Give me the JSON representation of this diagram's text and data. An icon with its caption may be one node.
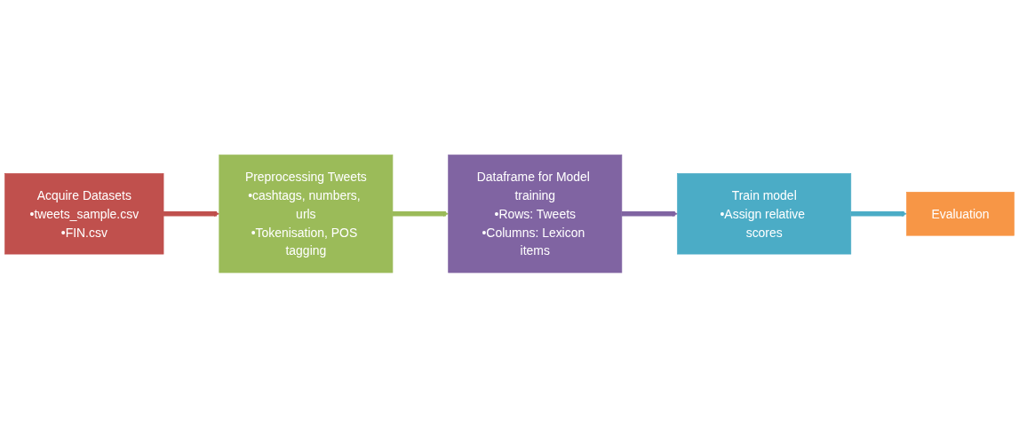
{
  "diagram": {
    "nodes": [
      {
        "text": [
          "Acquire Datasets",
          "•tweets_sample.csv",
          "•FIN.csv"
        ]
      },
      {
        "text": [
          "Preprocessing Tweets",
          "•cashtags, numbers, urls",
          "•Tokenisation, POS tagging"
        ]
      },
      {
        "text": [
          "Dataframe for Model training",
          "•Rows: Tweets",
          "•Columns: Lexicon items"
        ]
      },
      {
        "text": [
          "Train model",
          "•Assign relative scores"
        ]
      },
      {
        "text": [
          "Evaluation"
        ]
      }
    ],
    "edges": [
      {
        "from": 0,
        "to": 1,
        "arrow": "to",
        "color": "#c0504d"
      },
      {
        "from": 1,
        "to": 2,
        "arrow": "to",
        "color": "#9bbb59"
      },
      {
        "from": 2,
        "to": 3,
        "arrow": "to",
        "color": "#8064a2"
      },
      {
        "from": 3,
        "to": 4,
        "arrow": "to",
        "color": "#4bacc6"
      }
    ]
  }
}
